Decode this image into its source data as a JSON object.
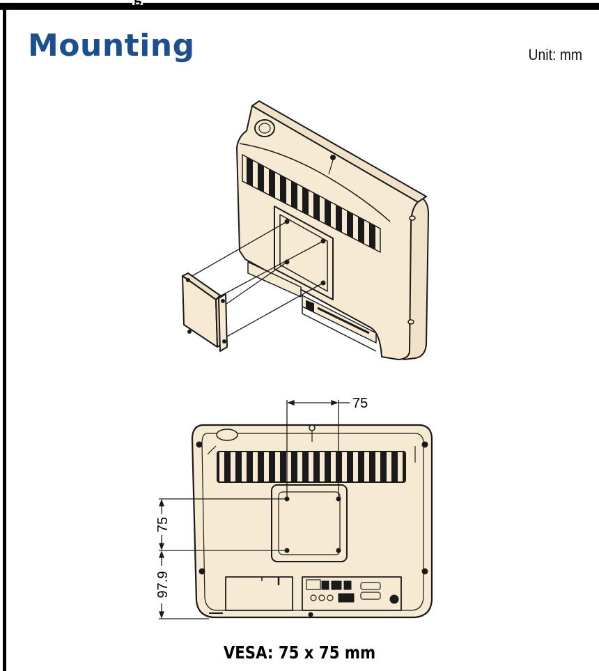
{
  "header": {
    "clipped_heading": "g",
    "title": "Mounting",
    "unit": "Unit: mm"
  },
  "diagram": {
    "dimensions": {
      "hole_spacing_horizontal": "75",
      "hole_spacing_vertical": "75",
      "hole_to_bottom": "97.9"
    }
  },
  "caption": "VESA: 75 x 75 mm",
  "colors": {
    "title": "#1d4f8c",
    "monitor_fill": "#f6ead2",
    "line": "#1a1a1a"
  },
  "icons": [
    "monitor-rear-perspective",
    "vesa-bracket",
    "monitor-rear-front-view"
  ]
}
